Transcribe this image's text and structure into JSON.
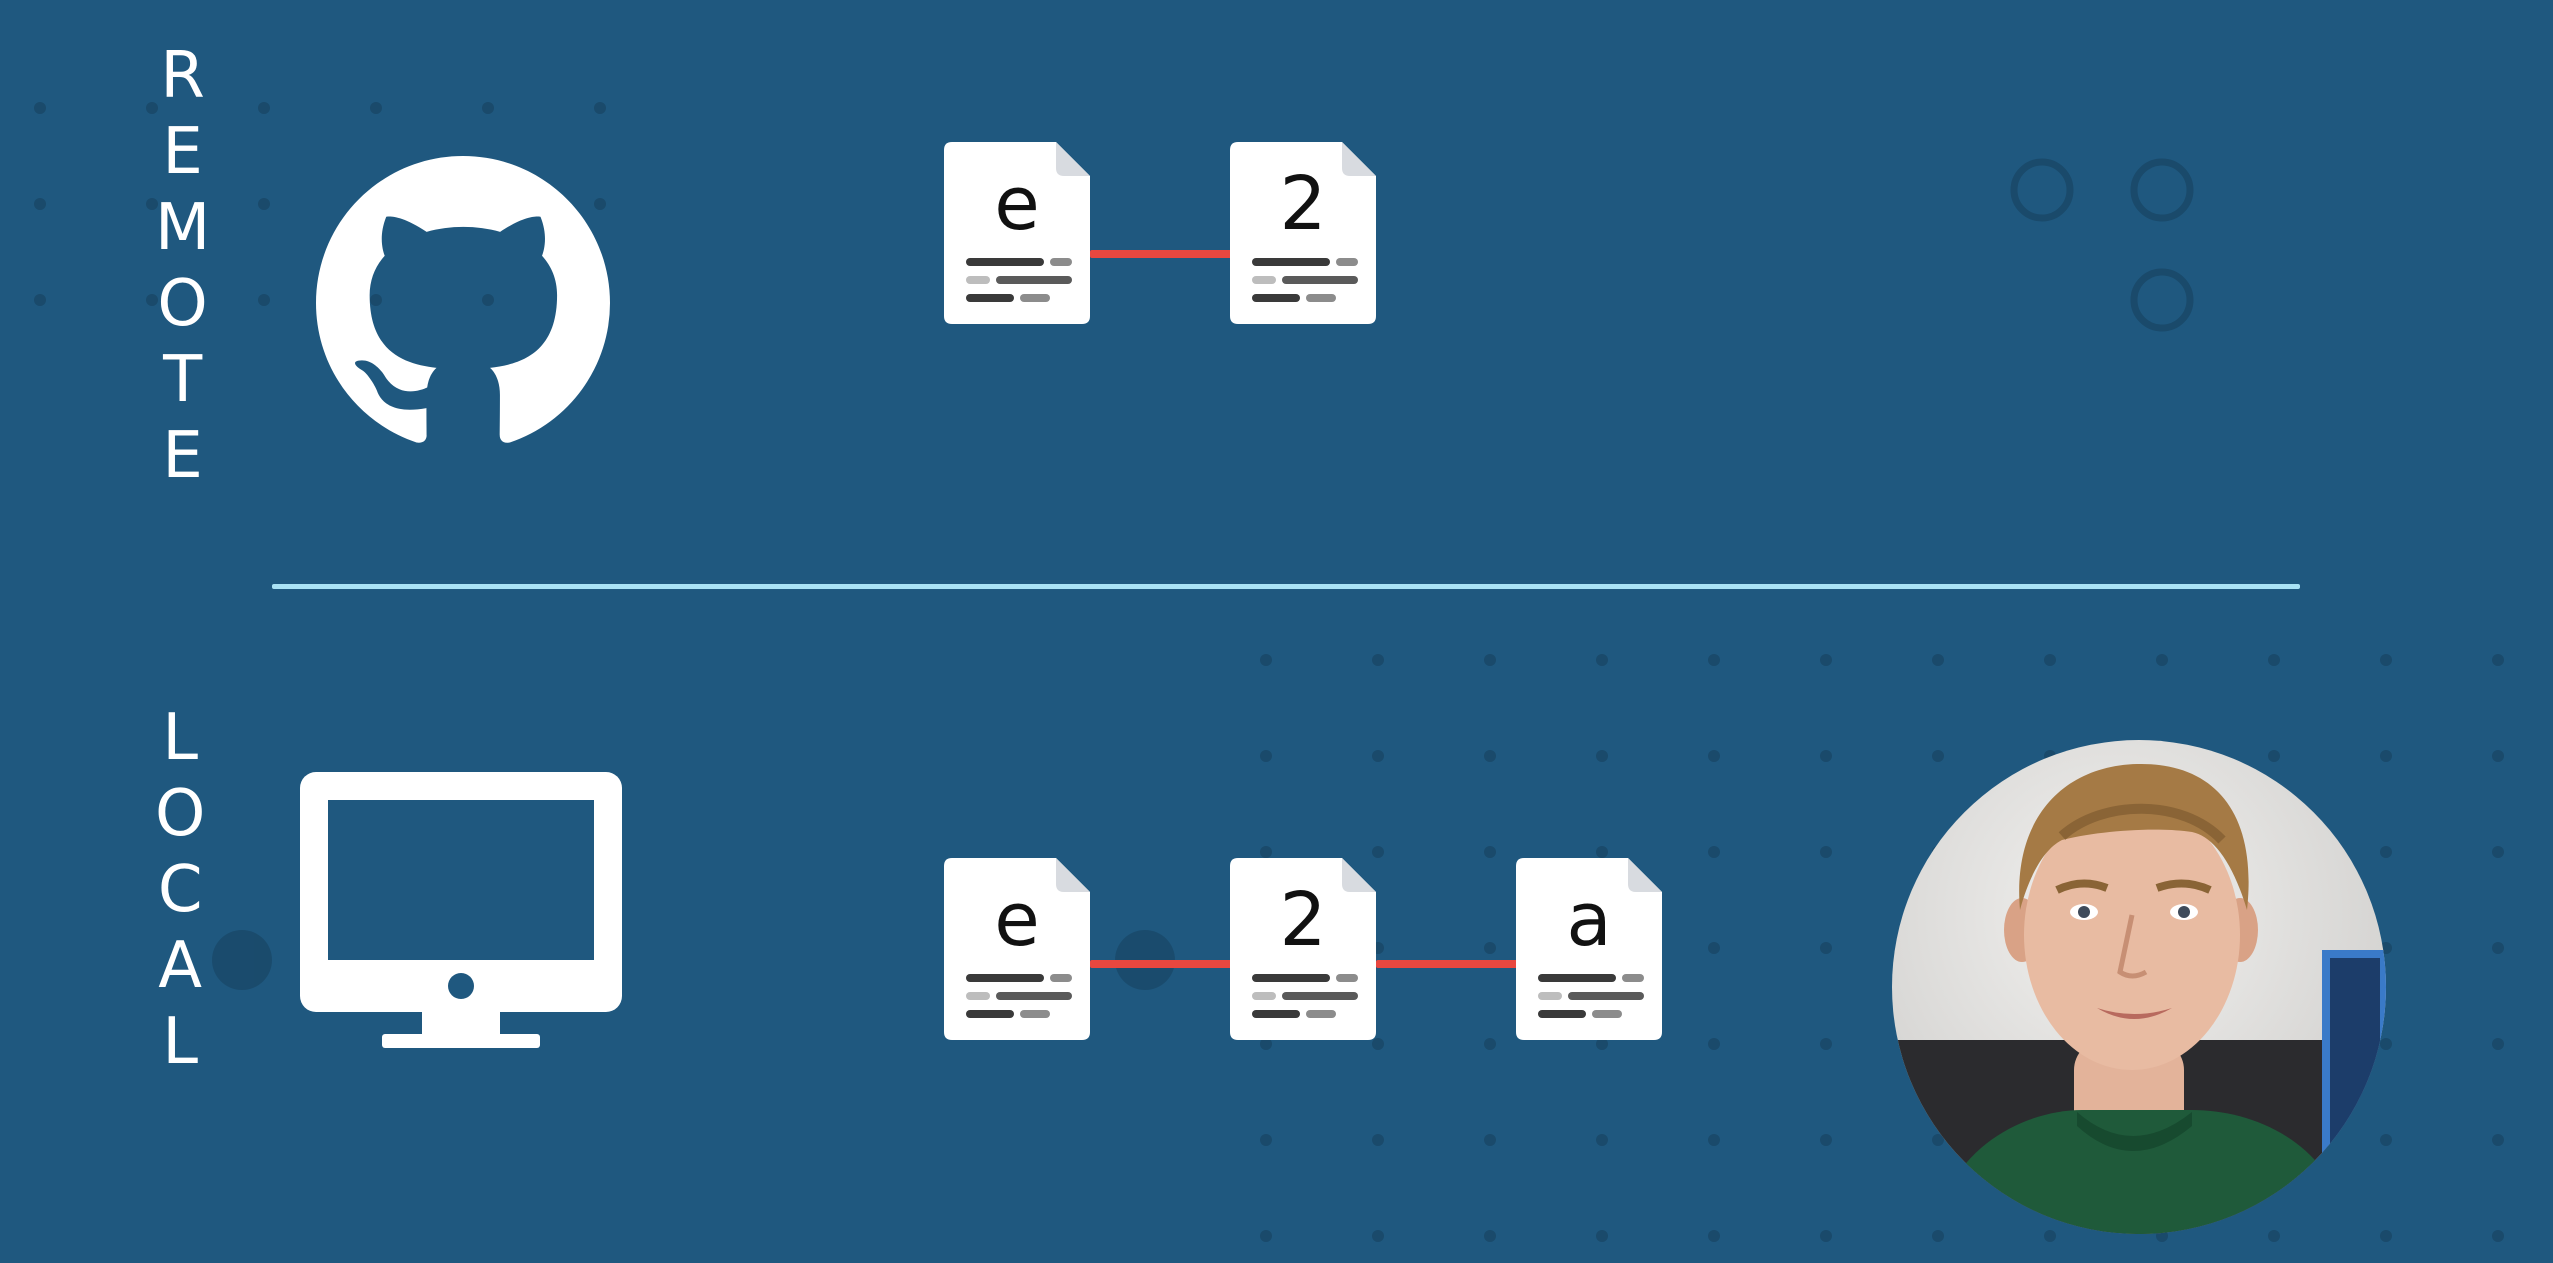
{
  "sections": {
    "remote": {
      "label": "REMOTE",
      "icon": "github-octocat-icon",
      "commits": [
        "e",
        "2"
      ]
    },
    "local": {
      "label": "LOCAL",
      "icon": "desktop-monitor-icon",
      "commits": [
        "e",
        "2",
        "a"
      ]
    }
  },
  "colors": {
    "background": "#1f587f",
    "divider": "#a9e2f5",
    "connector": "#e8473f",
    "commit_card": "#ffffff"
  }
}
